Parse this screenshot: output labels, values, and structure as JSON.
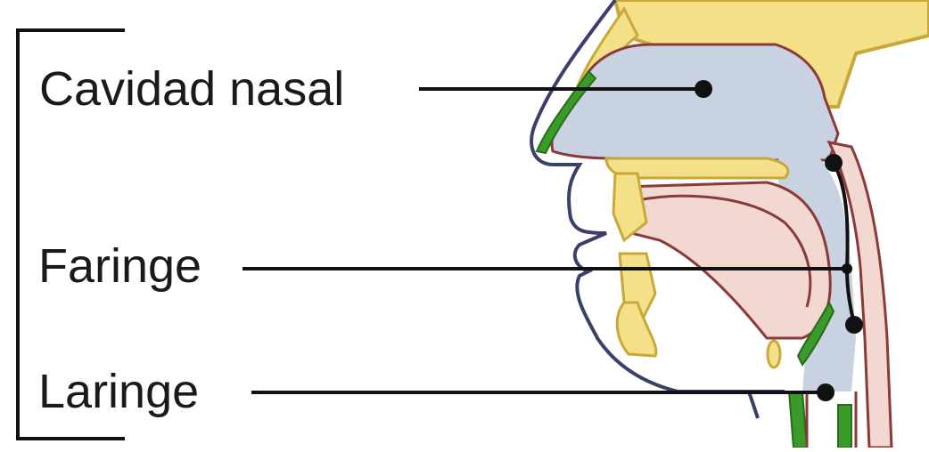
{
  "labels": {
    "nasal_cavity": "Cavidad nasal",
    "pharynx": "Faringe",
    "larynx": "Laringe"
  },
  "colors": {
    "bone": "#f5e08a",
    "bone_outline": "#c9a83a",
    "airway": "#c8d2e0",
    "soft_tissue": "#f2d8d0",
    "tissue_outline": "#8b3a3a",
    "mucosa": "#3a9a2a",
    "skin_outline": "#3a3f6b",
    "leader_line": "#111111"
  }
}
